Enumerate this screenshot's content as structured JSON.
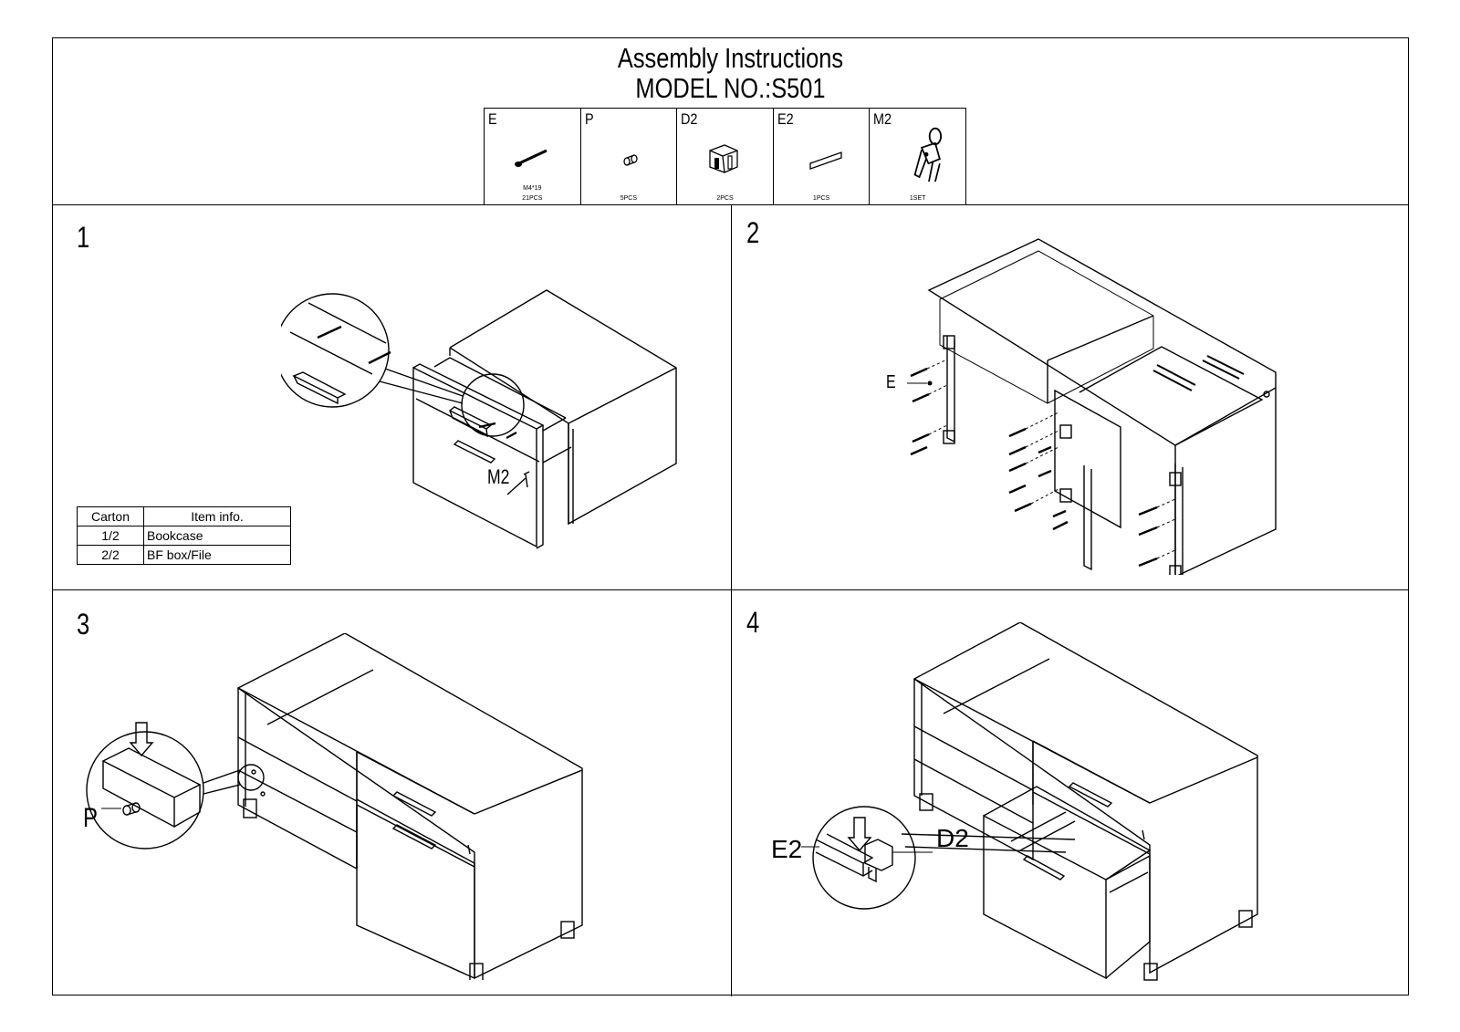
{
  "header": {
    "title_line1": "Assembly Instructions",
    "title_line2": "MODEL NO.:S501"
  },
  "parts": [
    {
      "code": "E",
      "spec": "M4*19",
      "qty": "21PCS",
      "icon": "screw-icon"
    },
    {
      "code": "P",
      "spec": "",
      "qty": "5PCS",
      "icon": "shelf-pin-icon"
    },
    {
      "code": "D2",
      "spec": "",
      "qty": "2PCS",
      "icon": "drawer-clip-icon"
    },
    {
      "code": "E2",
      "spec": "",
      "qty": "1PCS",
      "icon": "strip-icon"
    },
    {
      "code": "M2",
      "spec": "",
      "qty": "1SET",
      "icon": "keys-icon"
    }
  ],
  "steps": {
    "s1": {
      "number": "1",
      "callout": "M2"
    },
    "s2": {
      "number": "2",
      "callout": "E"
    },
    "s3": {
      "number": "3",
      "callout": "P"
    },
    "s4": {
      "number": "4",
      "callout_left": "E2",
      "callout_right": "D2"
    }
  },
  "carton_table": {
    "headers": [
      "Carton",
      "Item info."
    ],
    "rows": [
      [
        "1/2",
        "Bookcase"
      ],
      [
        "2/2",
        "BF box/File"
      ]
    ]
  }
}
